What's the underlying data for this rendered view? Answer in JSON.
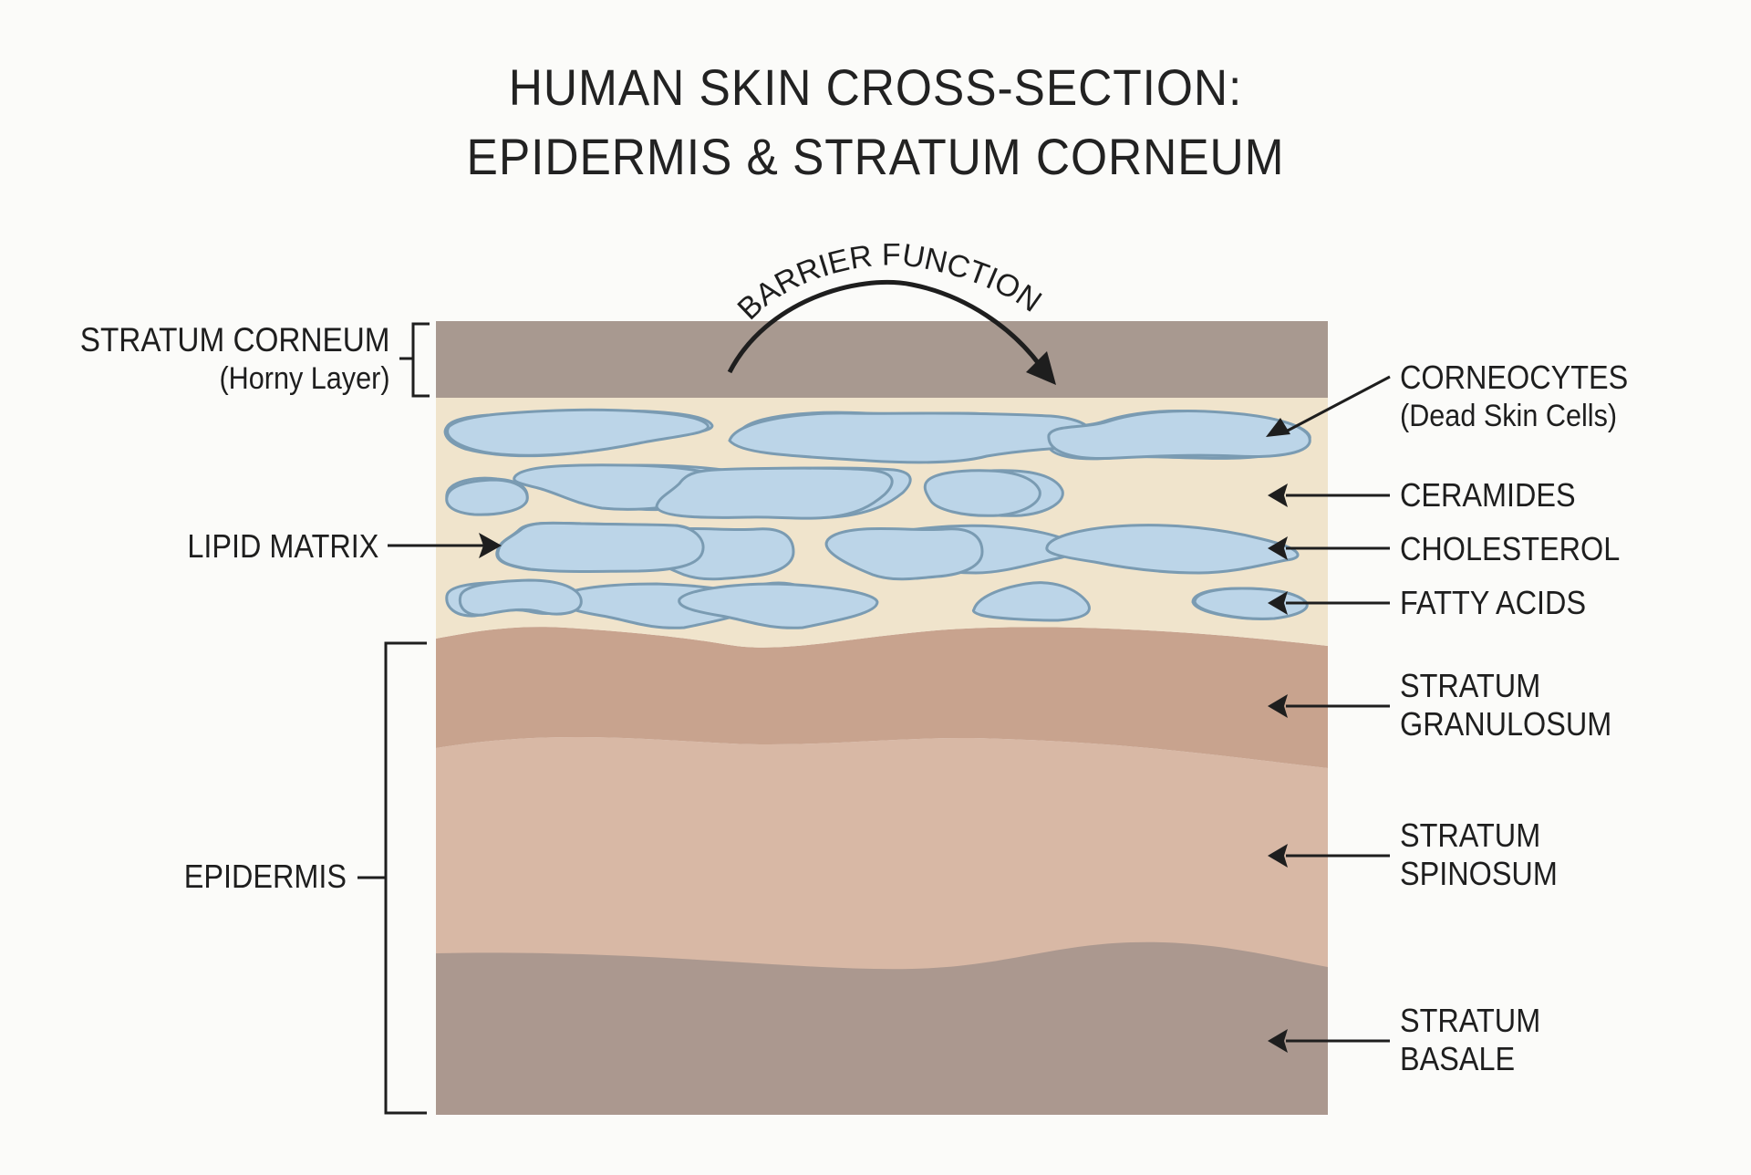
{
  "title": {
    "line1": "HUMAN SKIN CROSS-SECTION:",
    "line2": "EPIDERMIS & STRATUM CORNEUM"
  },
  "annotations": {
    "barrier_function": "BARRIER FUNCTION"
  },
  "left_labels": {
    "stratum_corneum": {
      "title": "STRATUM CORNEUM",
      "subtitle": "(Horny Layer)"
    },
    "lipid_matrix": "LIPID MATRIX",
    "epidermis": "EPIDERMIS"
  },
  "right_labels": {
    "corneocytes": {
      "title": "CORNEOCYTES",
      "subtitle": "(Dead Skin Cells)"
    },
    "ceramides": "CERAMIDES",
    "cholesterol": "CHOLESTEROL",
    "fatty_acids": "FATTY ACIDS",
    "granulosum": {
      "line1": "STRATUM",
      "line2": "GRANULOSUM"
    },
    "spinosum": {
      "line1": "STRATUM",
      "line2": "SPINOSUM"
    },
    "basale": {
      "line1": "STRATUM",
      "line2": "BASALE"
    }
  },
  "colors": {
    "background": "#fbfbf9",
    "stratum_corneum": "#a89990",
    "lipid_matrix": "#f0e4cc",
    "corneocyte_fill": "#bcd5e8",
    "corneocyte_stroke": "#7a9bb2",
    "stratum_granulosum": "#c8a38e",
    "stratum_spinosum": "#d8b8a5",
    "stratum_basale": "#ab988f",
    "ink": "#1e1e1e"
  }
}
